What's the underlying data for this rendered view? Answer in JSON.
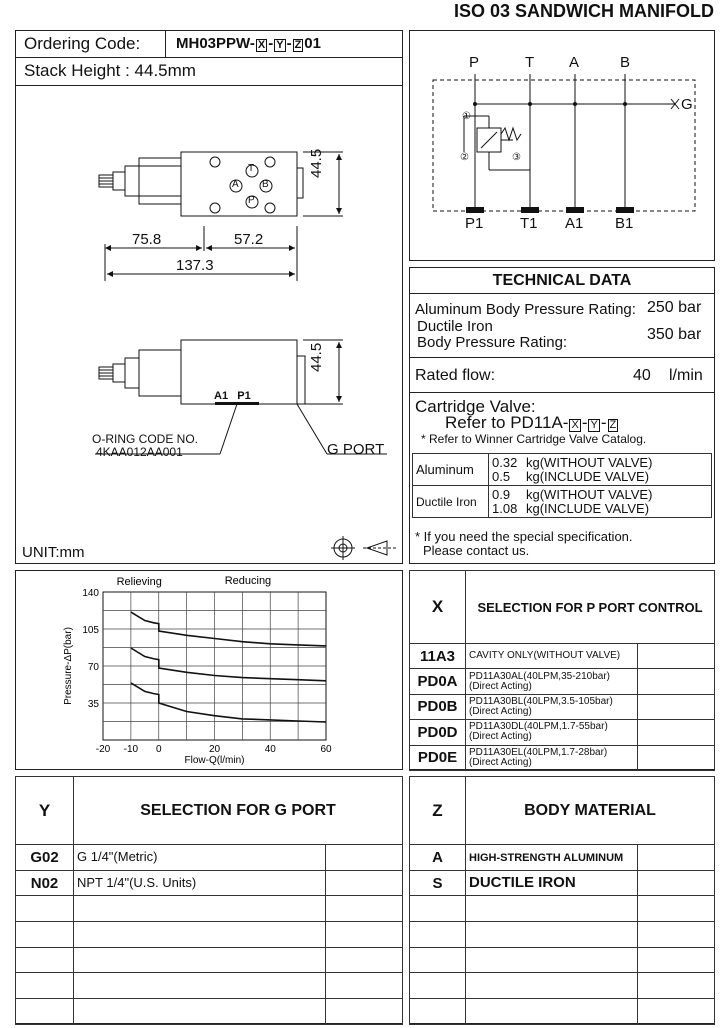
{
  "header": {
    "title": "ISO 03 SANDWICH MANIFOLD"
  },
  "ordering": {
    "label": "Ordering Code:",
    "code_prefix": "MH03PPW-",
    "code_x": "X",
    "code_sep1": "-",
    "code_y": "Y",
    "code_sep2": "-",
    "code_z": "Z",
    "code_suffix": "01",
    "stack_height": "Stack Height : 44.5mm"
  },
  "drawing": {
    "ports_top": [
      "P",
      "T",
      "A",
      "B"
    ],
    "port_g": "G",
    "ports_bottom": [
      "P1",
      "T1",
      "A1",
      "B1"
    ],
    "circled_top": [
      "T",
      "A",
      "B",
      "P"
    ],
    "circled_schematic": [
      "①",
      "②",
      "③"
    ],
    "dim_width_left": "75.8",
    "dim_width_right": "57.2",
    "dim_total": "137.3",
    "dim_height": "44.5",
    "dim_height2": "44.5",
    "side_ports": "A1   P1",
    "oring_label": "O-RING CODE NO.",
    "oring_code": "4KAA012AA001",
    "g_port_label": "G PORT",
    "unit": "UNIT:mm"
  },
  "tech": {
    "title": "TECHNICAL DATA",
    "al_label": "Aluminum Body Pressure Rating:",
    "al_value": "250 bar",
    "di_label1": "Ductile Iron",
    "di_label2": "Body Pressure Rating:",
    "di_value": "350 bar",
    "flow_label": "Rated flow:",
    "flow_value": "40",
    "flow_unit": "l/min",
    "cart_label": "Cartridge Valve:",
    "cart_ref_prefix": "Refer to PD11A-",
    "cart_ref_x": "X",
    "cart_ref_y": "Y",
    "cart_ref_z": "Z",
    "cart_sep": "-",
    "cart_note": "* Refer to Winner Cartridge Valve Catalog.",
    "weights": [
      {
        "material": "Aluminum",
        "v1": "0.32",
        "d1": "kg(WITHOUT VALVE)",
        "v2": "0.5",
        "d2": "kg(INCLUDE VALVE)"
      },
      {
        "material": "Ductile Iron",
        "v1": "0.9",
        "d1": "kg(WITHOUT VALVE)",
        "v2": "1.08",
        "d2": "kg(INCLUDE VALVE)"
      }
    ],
    "special1": "* If you need the special specification.",
    "special2": "Please contact us."
  },
  "chart_data": {
    "type": "line",
    "ylabel": "Pressure-ΔP(bar)",
    "xlabel": "Flow-Q(l/min)",
    "xlim": [
      -20,
      60
    ],
    "ylim": [
      0,
      140
    ],
    "xticks": [
      -20,
      -10,
      0,
      20,
      40,
      60
    ],
    "yticks": [
      35,
      70,
      105,
      140
    ],
    "annotations": [
      "Relieving",
      "Reducing"
    ],
    "series": [
      {
        "points": [
          [
            -10,
            121
          ],
          [
            -5,
            113
          ],
          [
            -2,
            111
          ],
          [
            0,
            110
          ],
          [
            0,
            103
          ],
          [
            10,
            99
          ],
          [
            20,
            96
          ],
          [
            30,
            93
          ],
          [
            40,
            91
          ],
          [
            50,
            90
          ],
          [
            60,
            89
          ]
        ]
      },
      {
        "points": [
          [
            -10,
            87
          ],
          [
            -5,
            79
          ],
          [
            -2,
            77
          ],
          [
            0,
            76
          ],
          [
            0,
            68
          ],
          [
            10,
            64
          ],
          [
            20,
            61
          ],
          [
            30,
            59
          ],
          [
            40,
            58
          ],
          [
            50,
            57
          ],
          [
            60,
            56
          ]
        ]
      },
      {
        "points": [
          [
            -10,
            54
          ],
          [
            -5,
            46
          ],
          [
            -2,
            44
          ],
          [
            0,
            43
          ],
          [
            0,
            35
          ],
          [
            10,
            27
          ],
          [
            20,
            23
          ],
          [
            30,
            20
          ],
          [
            40,
            19
          ],
          [
            50,
            18
          ],
          [
            60,
            17
          ]
        ]
      }
    ]
  },
  "xsel": {
    "head": "X",
    "title": "SELECTION FOR P PORT CONTROL",
    "rows": [
      {
        "code": "11A3",
        "l1": "CAVITY ONLY(WITHOUT VALVE)",
        "l2": ""
      },
      {
        "code": "PD0A",
        "l1": "PD11A30AL(40LPM,35-210bar)",
        "l2": "(Direct Acting)"
      },
      {
        "code": "PD0B",
        "l1": "PD11A30BL(40LPM,3.5-105bar)",
        "l2": "(Direct Acting)"
      },
      {
        "code": "PD0D",
        "l1": "PD11A30DL(40LPM,1.7-55bar)",
        "l2": "(Direct Acting)"
      },
      {
        "code": "PD0E",
        "l1": "PD11A30EL(40LPM,1.7-28bar)",
        "l2": "(Direct Acting)"
      }
    ]
  },
  "ysel": {
    "head": "Y",
    "title": "SELECTION FOR G PORT",
    "rows": [
      {
        "code": "G02",
        "desc": "G 1/4\"(Metric)"
      },
      {
        "code": "N02",
        "desc": "NPT 1/4\"(U.S. Units)"
      }
    ]
  },
  "zsel": {
    "head": "Z",
    "title": "BODY MATERIAL",
    "rows": [
      {
        "code": "A",
        "desc": "HIGH-STRENGTH ALUMINUM"
      },
      {
        "code": "S",
        "desc": "DUCTILE IRON"
      }
    ]
  }
}
